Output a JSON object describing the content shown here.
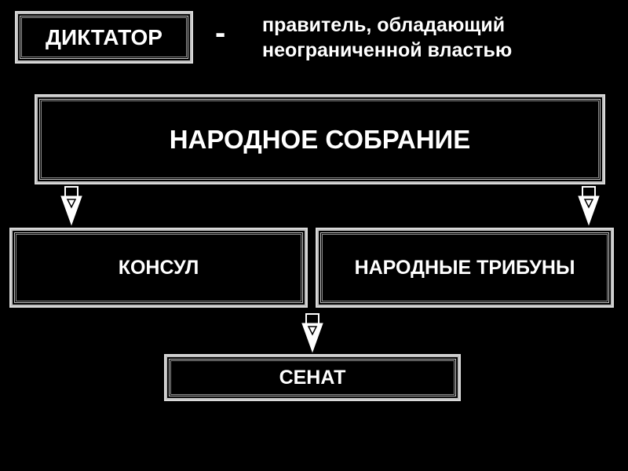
{
  "term": {
    "word": "ДИКТАТОР",
    "dash": "-",
    "definition_line1": "правитель, обладающий",
    "definition_line2": "неограниченной властью"
  },
  "nodes": {
    "assembly": "НАРОДНОЕ СОБРАНИЕ",
    "consul": "КОНСУЛ",
    "tribunes": "НАРОДНЫЕ ТРИБУНЫ",
    "senate": "СЕНАТ"
  },
  "colors": {
    "background": "#000000",
    "text": "#ffffff",
    "border": "#d9d9d9"
  },
  "icons": [
    "down-arrow-icon"
  ]
}
